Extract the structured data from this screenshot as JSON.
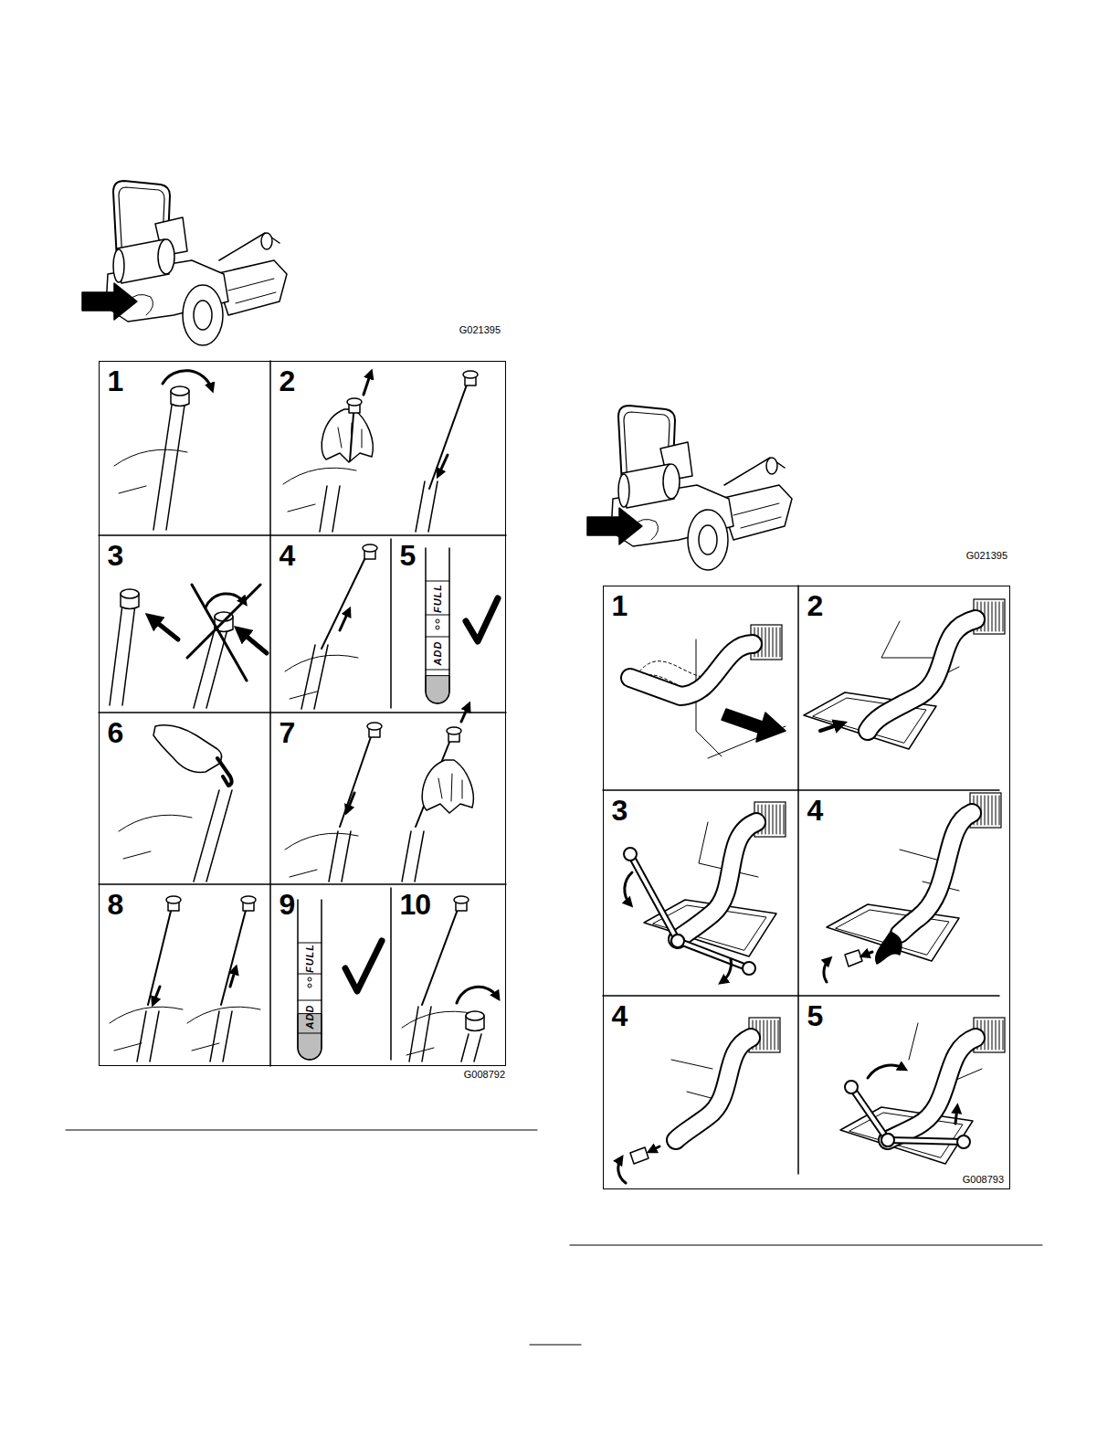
{
  "diagram": {
    "nodes": [
      {
        "text": [
          "G008792"
        ]
      },
      {
        "text": [
          "1"
        ],
        "in": 0
      },
      {
        "text": [
          "2"
        ],
        "in": 0
      },
      {
        "text": [
          "3"
        ],
        "in": 0
      },
      {
        "text": [
          "4"
        ],
        "in": 0
      },
      {
        "text": [
          "5"
        ],
        "in": 0
      },
      {
        "text": [
          "6"
        ],
        "in": 0
      },
      {
        "text": [
          "7"
        ],
        "in": 0
      },
      {
        "text": [
          "8"
        ],
        "in": 0
      },
      {
        "text": [
          "9"
        ],
        "in": 0
      },
      {
        "text": [
          "10"
        ],
        "in": 0
      },
      {
        "text": [
          "G008793"
        ]
      },
      {
        "text": [
          "1"
        ],
        "in": 11
      },
      {
        "text": [
          "2"
        ],
        "in": 11
      },
      {
        "text": [
          "3"
        ],
        "in": 11
      },
      {
        "text": [
          "4"
        ],
        "in": 11
      },
      {
        "text": [
          "4"
        ],
        "in": 11
      },
      {
        "text": [
          "5"
        ],
        "in": 11
      }
    ],
    "labels": [
      "G021395",
      "ADD",
      "FULL",
      "ADD",
      "FULL",
      "G021395"
    ]
  }
}
